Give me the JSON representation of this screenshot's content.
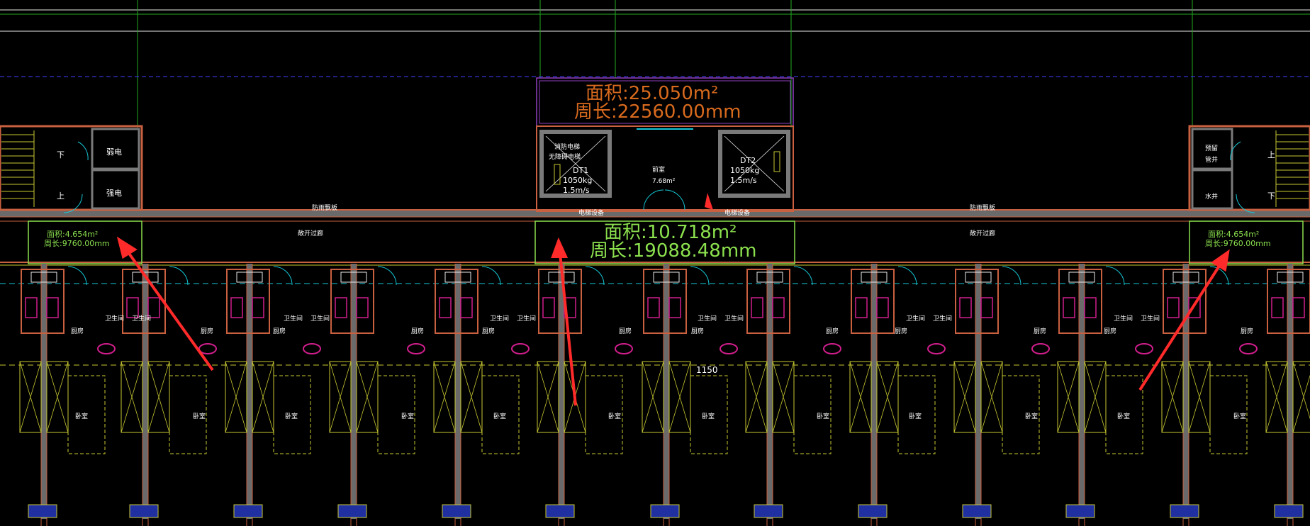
{
  "title": "CAD floor plan – corridor and units",
  "colors": {
    "background": "#000000",
    "wall": "#c9603f",
    "wall_fill": "#7a7a7a",
    "axis_green": "#22aa22",
    "outline_cyan": "#16c7d6",
    "yellow": "#c8c832",
    "area_text_orange": "#d86a1e",
    "area_text_green": "#8be04e",
    "arrow_red": "#ff2a2a",
    "magenta": "#d01e8c"
  },
  "area_labels": {
    "top": {
      "area": "面积:25.050m²",
      "perimeter": "周长:22560.00mm"
    },
    "corridor": {
      "area": "面积:10.718m²",
      "perimeter": "周长:19088.48mm"
    },
    "left": {
      "area": "面积:4.654m²",
      "perimeter": "周长:9760.00mm"
    },
    "right": {
      "area": "面积:4.654m²",
      "perimeter": "周长:9760.00mm"
    }
  },
  "rooms": {
    "weak_power": "弱电",
    "strong_power": "强电",
    "down": "下",
    "up": "上",
    "fire_elevator_1": "消防电梯",
    "fire_elevator_2": "无障碍电梯",
    "dt1": "DT1",
    "dt2": "DT2",
    "load": "1050kg",
    "speed": "1.5m/s",
    "lobby": "前室",
    "lobby_area": "7.68m²",
    "reserved_1": "预留",
    "reserved_2": "管井",
    "water_well": "水井",
    "fire_board": "防雨飘板",
    "open_corridor": "敞开过廊",
    "elevator_equipment": "电梯设备",
    "bathroom": "卫生间",
    "kitchen": "厨房",
    "bedroom": "卧室",
    "dimension": "1150"
  }
}
